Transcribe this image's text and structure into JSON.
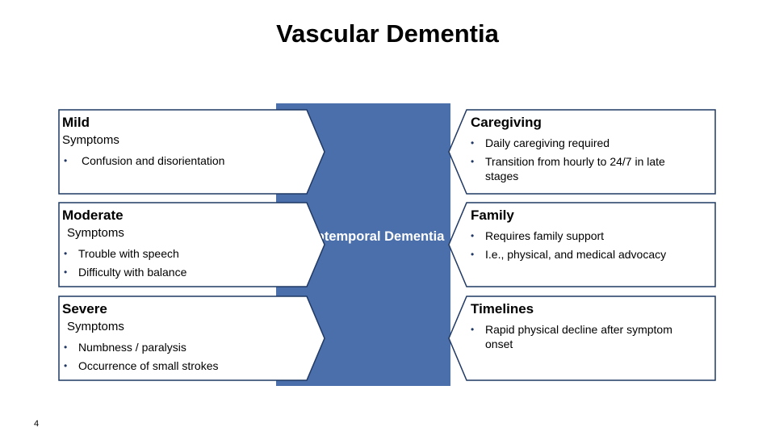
{
  "slide": {
    "title": "Vascular Dementia",
    "center_label": "Frontotemporal Dementia",
    "page_number": "4",
    "colors": {
      "band": "#4a6fab",
      "border": "#1f3864"
    }
  },
  "left_panels": [
    {
      "heading": "Mild",
      "subheading": "Symptoms",
      "bullets": [
        "Confusion and disorientation"
      ]
    },
    {
      "heading": "Moderate",
      "subheading": "Symptoms",
      "bullets": [
        "Trouble with speech",
        "Difficulty with balance"
      ]
    },
    {
      "heading": "Severe",
      "subheading": "Symptoms",
      "bullets": [
        "Numbness / paralysis",
        "Occurrence of small strokes"
      ]
    }
  ],
  "right_panels": [
    {
      "heading": "Caregiving",
      "bullets": [
        "Daily caregiving required",
        "Transition from hourly to 24/7 in late stages"
      ]
    },
    {
      "heading": "Family",
      "bullets": [
        "Requires family support",
        "I.e., physical, and medical advocacy"
      ]
    },
    {
      "heading": "Timelines",
      "bullets": [
        "Rapid physical decline after symptom onset"
      ]
    }
  ]
}
